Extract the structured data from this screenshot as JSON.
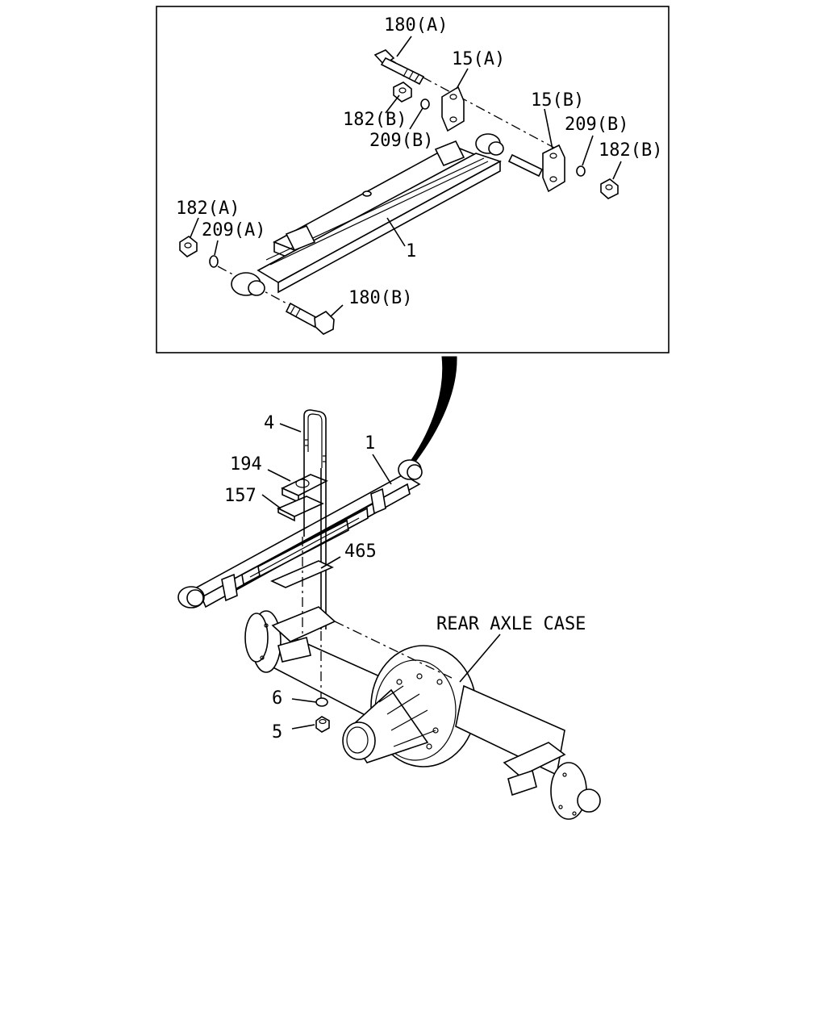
{
  "inset": {
    "labels": {
      "bolt_a": "180(A)",
      "shackle_a": "15(A)",
      "shackle_b": "15(B)",
      "nut_b_left": "182(B)",
      "washer_b_left": "209(B)",
      "washer_b_right": "209(B)",
      "nut_b_right": "182(B)",
      "nut_a": "182(A)",
      "washer_a": "209(A)",
      "spring": "1",
      "bolt_b": "180(B)"
    }
  },
  "main": {
    "labels": {
      "u_bolt": "4",
      "bumper": "194",
      "seat": "157",
      "spring": "1",
      "pad": "465",
      "washer": "6",
      "nut": "5",
      "axle_case": "REAR AXLE CASE"
    }
  }
}
